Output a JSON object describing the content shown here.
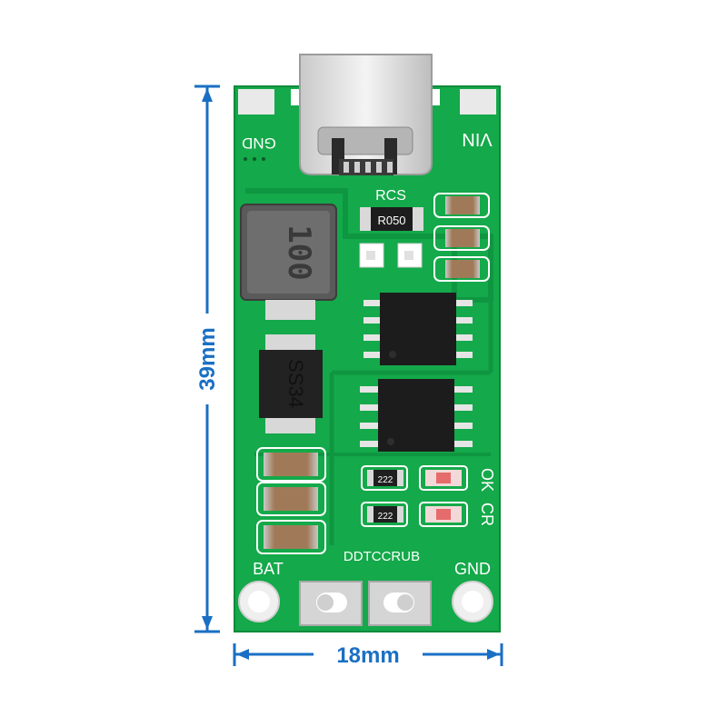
{
  "dimensions": {
    "height_label": "39mm",
    "width_label": "18mm",
    "color": "#1a6fc4"
  },
  "board": {
    "pcb_color": "#14a94a",
    "silkscreen": {
      "gnd_top": "GND",
      "vin": "VIN",
      "rcs": "RCS",
      "ok": "OK",
      "cr": "CR",
      "bat": "BAT",
      "gnd_bottom": "GND",
      "brand": "DDTCCRUB"
    },
    "markings": {
      "resistor": "R050",
      "inductor": "100",
      "diode": "SS34",
      "small_resistor_1": "222",
      "small_resistor_2": "222"
    }
  }
}
